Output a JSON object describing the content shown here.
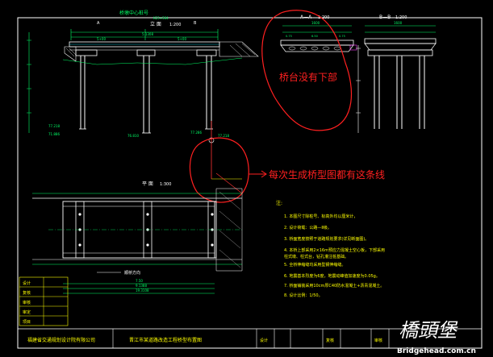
{
  "colors": {
    "background": "#000000",
    "frame": "#ffffff",
    "structure": "#ffffff",
    "dimension": "#00ff66",
    "annotation_red": "#ff2020",
    "centerline": "#ff3333",
    "cyan": "#00e5ff",
    "yellow": "#ffff00",
    "magenta": "#ff44ff"
  },
  "elevation": {
    "title": "桥墩中心桩号",
    "subtitle": "立 面",
    "scale": "1:200",
    "span_label": "K23+564",
    "dim_overall": "5.1308",
    "dim_left": "5+00",
    "dim_right": "5+00",
    "elev_left": "77.218",
    "elev_right": "77.286",
    "elev_mid": "76.810",
    "elev_left_low": "71.886",
    "elev_center": "77.218"
  },
  "section_a": {
    "title": "A—A",
    "scale": "1:200",
    "width": "1600",
    "sub_dims": [
      "0.75",
      "6.50",
      "0.75"
    ]
  },
  "section_b": {
    "title": "B—B",
    "scale": "1:200",
    "width": "1600"
  },
  "plan": {
    "title": "平 面",
    "scale": "1:300",
    "dim_total": "9.1388",
    "dim_total2": "19.3108",
    "dim_sub": "7.50",
    "direction": "顺桥方向"
  },
  "annotations": {
    "abutment_note": "桥台没有下部",
    "line_note": "每次生成桥型图都有这条线"
  },
  "notes": {
    "heading": "注:",
    "items": [
      "1. 本图尺寸除桩号、标高外均以厘米计，",
      "2. 设计荷载：公路—Ⅱ级。",
      "3. 桥面宽度按照于道路规划要求(详见断面图)。",
      "4. 本桥上部采用2×16m预应力混凝土空心板，下部采用",
      "   柱式墩、柱式台，钻孔灌注桩基础。",
      "5. 全桥伸缩缝均采用型钢伸缩缝。",
      "6. 地震基本烈度为6度，地震动峰值加速度为0.05g。",
      "7. 桥面铺装采用10cm厚C40防水混凝土+沥青混凝土。",
      "8. 设计比例：1/50。"
    ]
  },
  "title_block": {
    "org": "福建省交通规划设计院有限公司",
    "project": "晋江市某道路改造工程桥型布置图",
    "cells": [
      "设计",
      "复核",
      "审核"
    ],
    "rows_left": [
      "设计",
      "复核",
      "审核",
      "审定",
      "项目"
    ]
  },
  "watermark": {
    "logo_text": "橋頭堡",
    "url": "Bridgehead.com.cn"
  }
}
